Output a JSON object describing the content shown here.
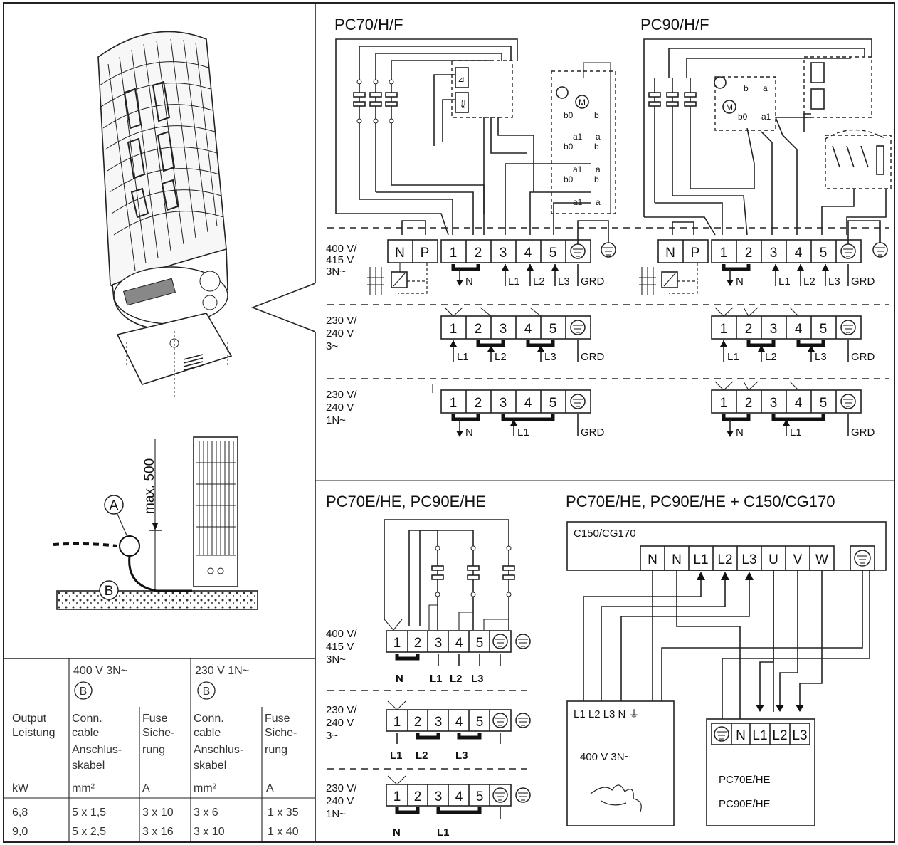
{
  "diagrams": {
    "pc70_title": "PC70/H/F",
    "pc90_title": "PC90/H/F",
    "pce_title": "PC70E/HE, PC90E/HE",
    "pce_c150_title": "PC70E/HE, PC90E/HE + C150/CG170"
  },
  "voltages": {
    "v400": [
      "400 V/",
      "415 V",
      "3N~"
    ],
    "v230_3": [
      "230 V/",
      "240 V",
      "3~"
    ],
    "v230_1": [
      "230 V/",
      "240 V",
      "1N~"
    ]
  },
  "terminals": {
    "numbers": [
      "1",
      "2",
      "3",
      "4",
      "5"
    ],
    "np": [
      "N",
      "P"
    ],
    "n": "N",
    "l1": "L1",
    "l2": "L2",
    "l3": "L3",
    "grd": "GRD"
  },
  "motor": {
    "m": "M",
    "b0": "b0",
    "b": "b",
    "a": "a",
    "a1": "a1"
  },
  "installation": {
    "label_a": "A",
    "label_b": "B",
    "max_distance": "max. 500"
  },
  "control": {
    "unit_label": "C150/CG170",
    "terminals": [
      "N",
      "N",
      "L1",
      "L2",
      "L3",
      "U",
      "V",
      "W"
    ],
    "supply_terminals": "L1 L2 L3 N ⏚",
    "supply_label": "400 V 3N~",
    "heater_terminals": [
      "N",
      "L1",
      "L2",
      "L3"
    ],
    "heater_models": [
      "PC70E/HE",
      "PC90E/HE"
    ]
  },
  "table": {
    "group_400": "400 V 3N~",
    "group_230": "230 V 1N~",
    "b_marker": "B",
    "head_output": [
      "Output",
      "Leistung"
    ],
    "head_cable": [
      "Conn.",
      "cable",
      "Anschlus-",
      "skabel"
    ],
    "head_fuse": [
      "Fuse",
      "Siche-",
      "rung"
    ],
    "unit_kw": "kW",
    "unit_mm": "mm²",
    "unit_a": "A",
    "rows": [
      [
        "6,8",
        "5 x 1,5",
        "3 x 10",
        "3 x 6",
        "1 x 35"
      ],
      [
        "9,0",
        "5 x 2,5",
        "3 x 16",
        "3 x 10",
        "1 x 40"
      ]
    ]
  }
}
